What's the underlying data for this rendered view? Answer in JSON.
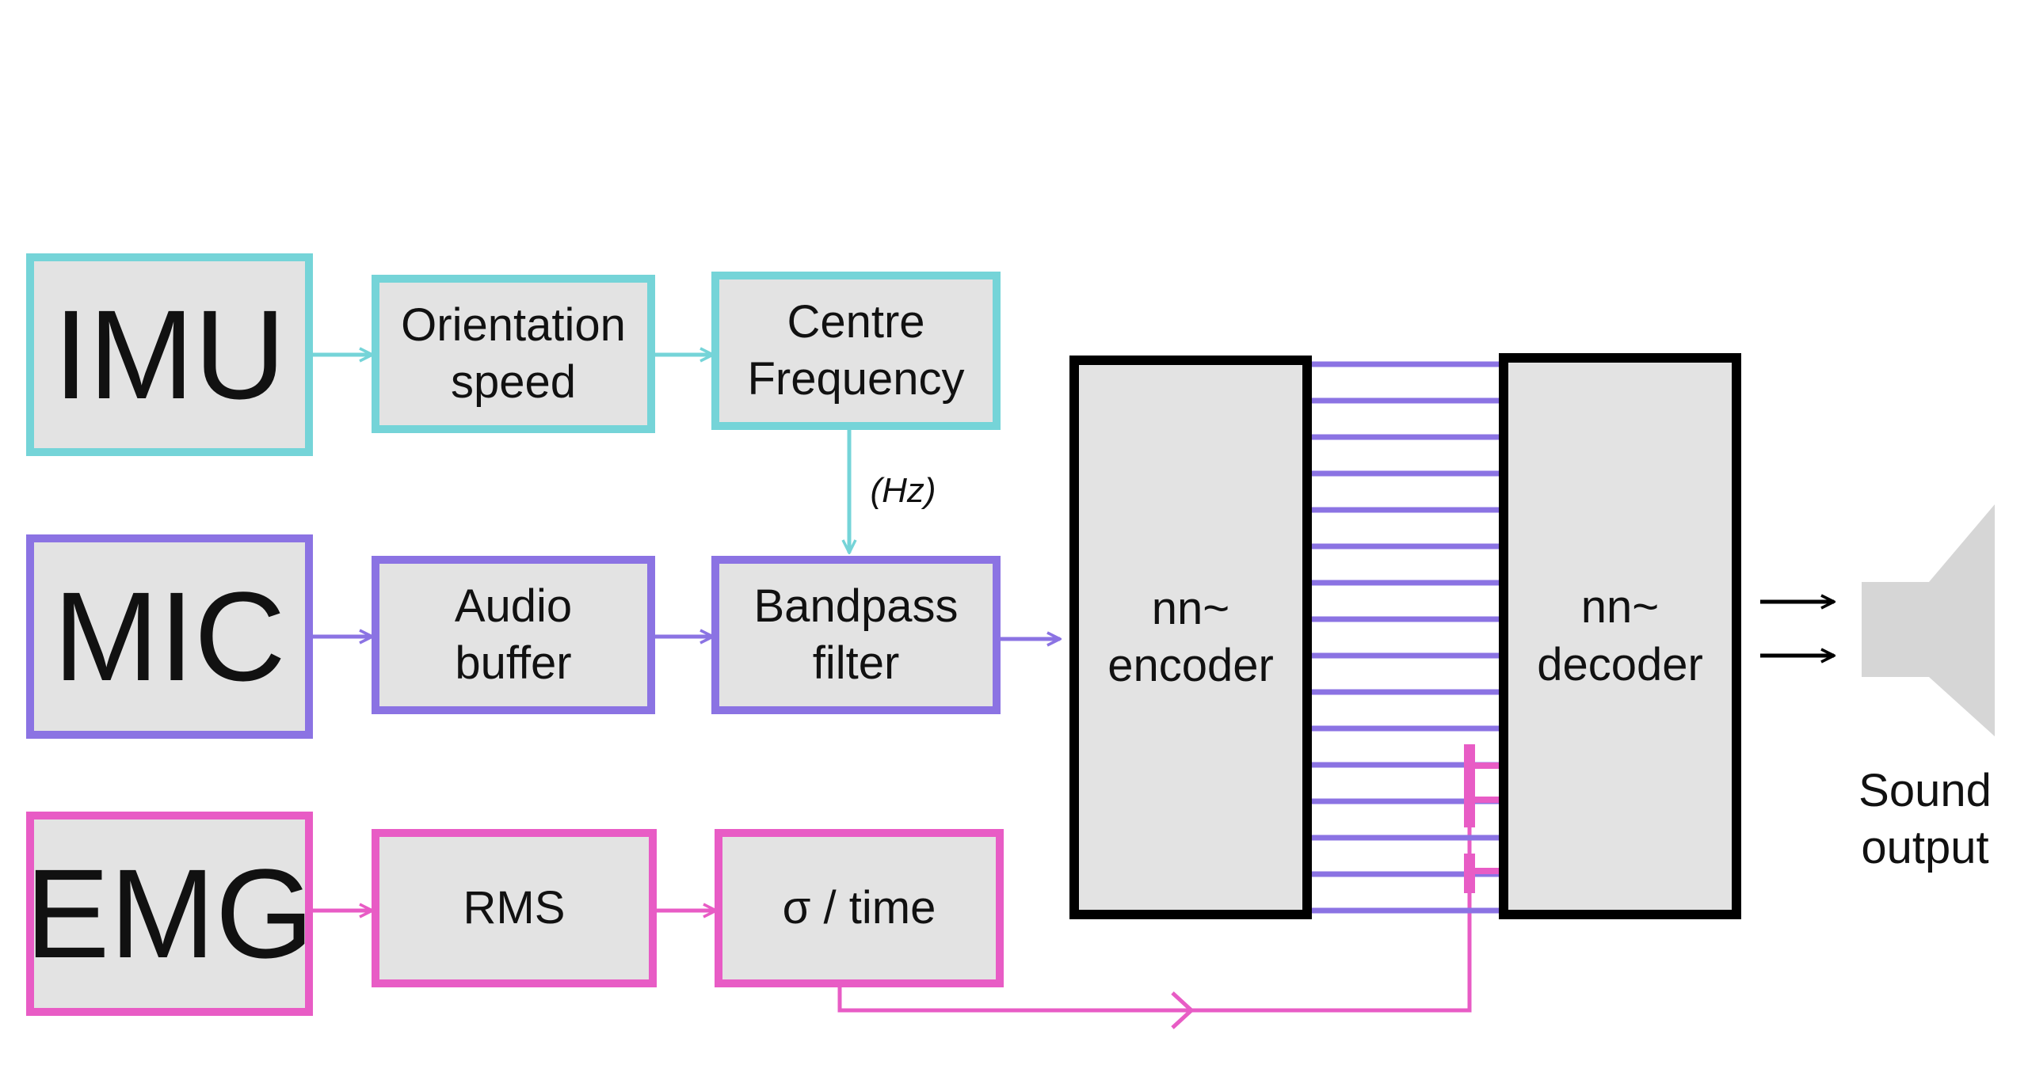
{
  "colors": {
    "imu": "#75d4d8",
    "mic": "#8b73e3",
    "emg": "#e85cc5",
    "box_fill": "#e3e3e3",
    "encoder_border": "#000000",
    "arrow_black": "#000000",
    "speaker": "#d6d6d6"
  },
  "nodes": {
    "imu": "IMU",
    "mic": "MIC",
    "emg": "EMG",
    "orientation_speed": "Orientation\nspeed",
    "centre_frequency": "Centre\nFrequency",
    "audio_buffer": "Audio\nbuffer",
    "bandpass_filter": "Bandpass\nfilter",
    "rms": "RMS",
    "sigma_time": "σ / time",
    "encoder": "nn~\nencoder",
    "decoder": "nn~\ndecoder",
    "sound_output": "Sound\noutput"
  },
  "edge_labels": {
    "hz": "(Hz)"
  },
  "icons": {
    "speaker": "speaker-icon"
  }
}
